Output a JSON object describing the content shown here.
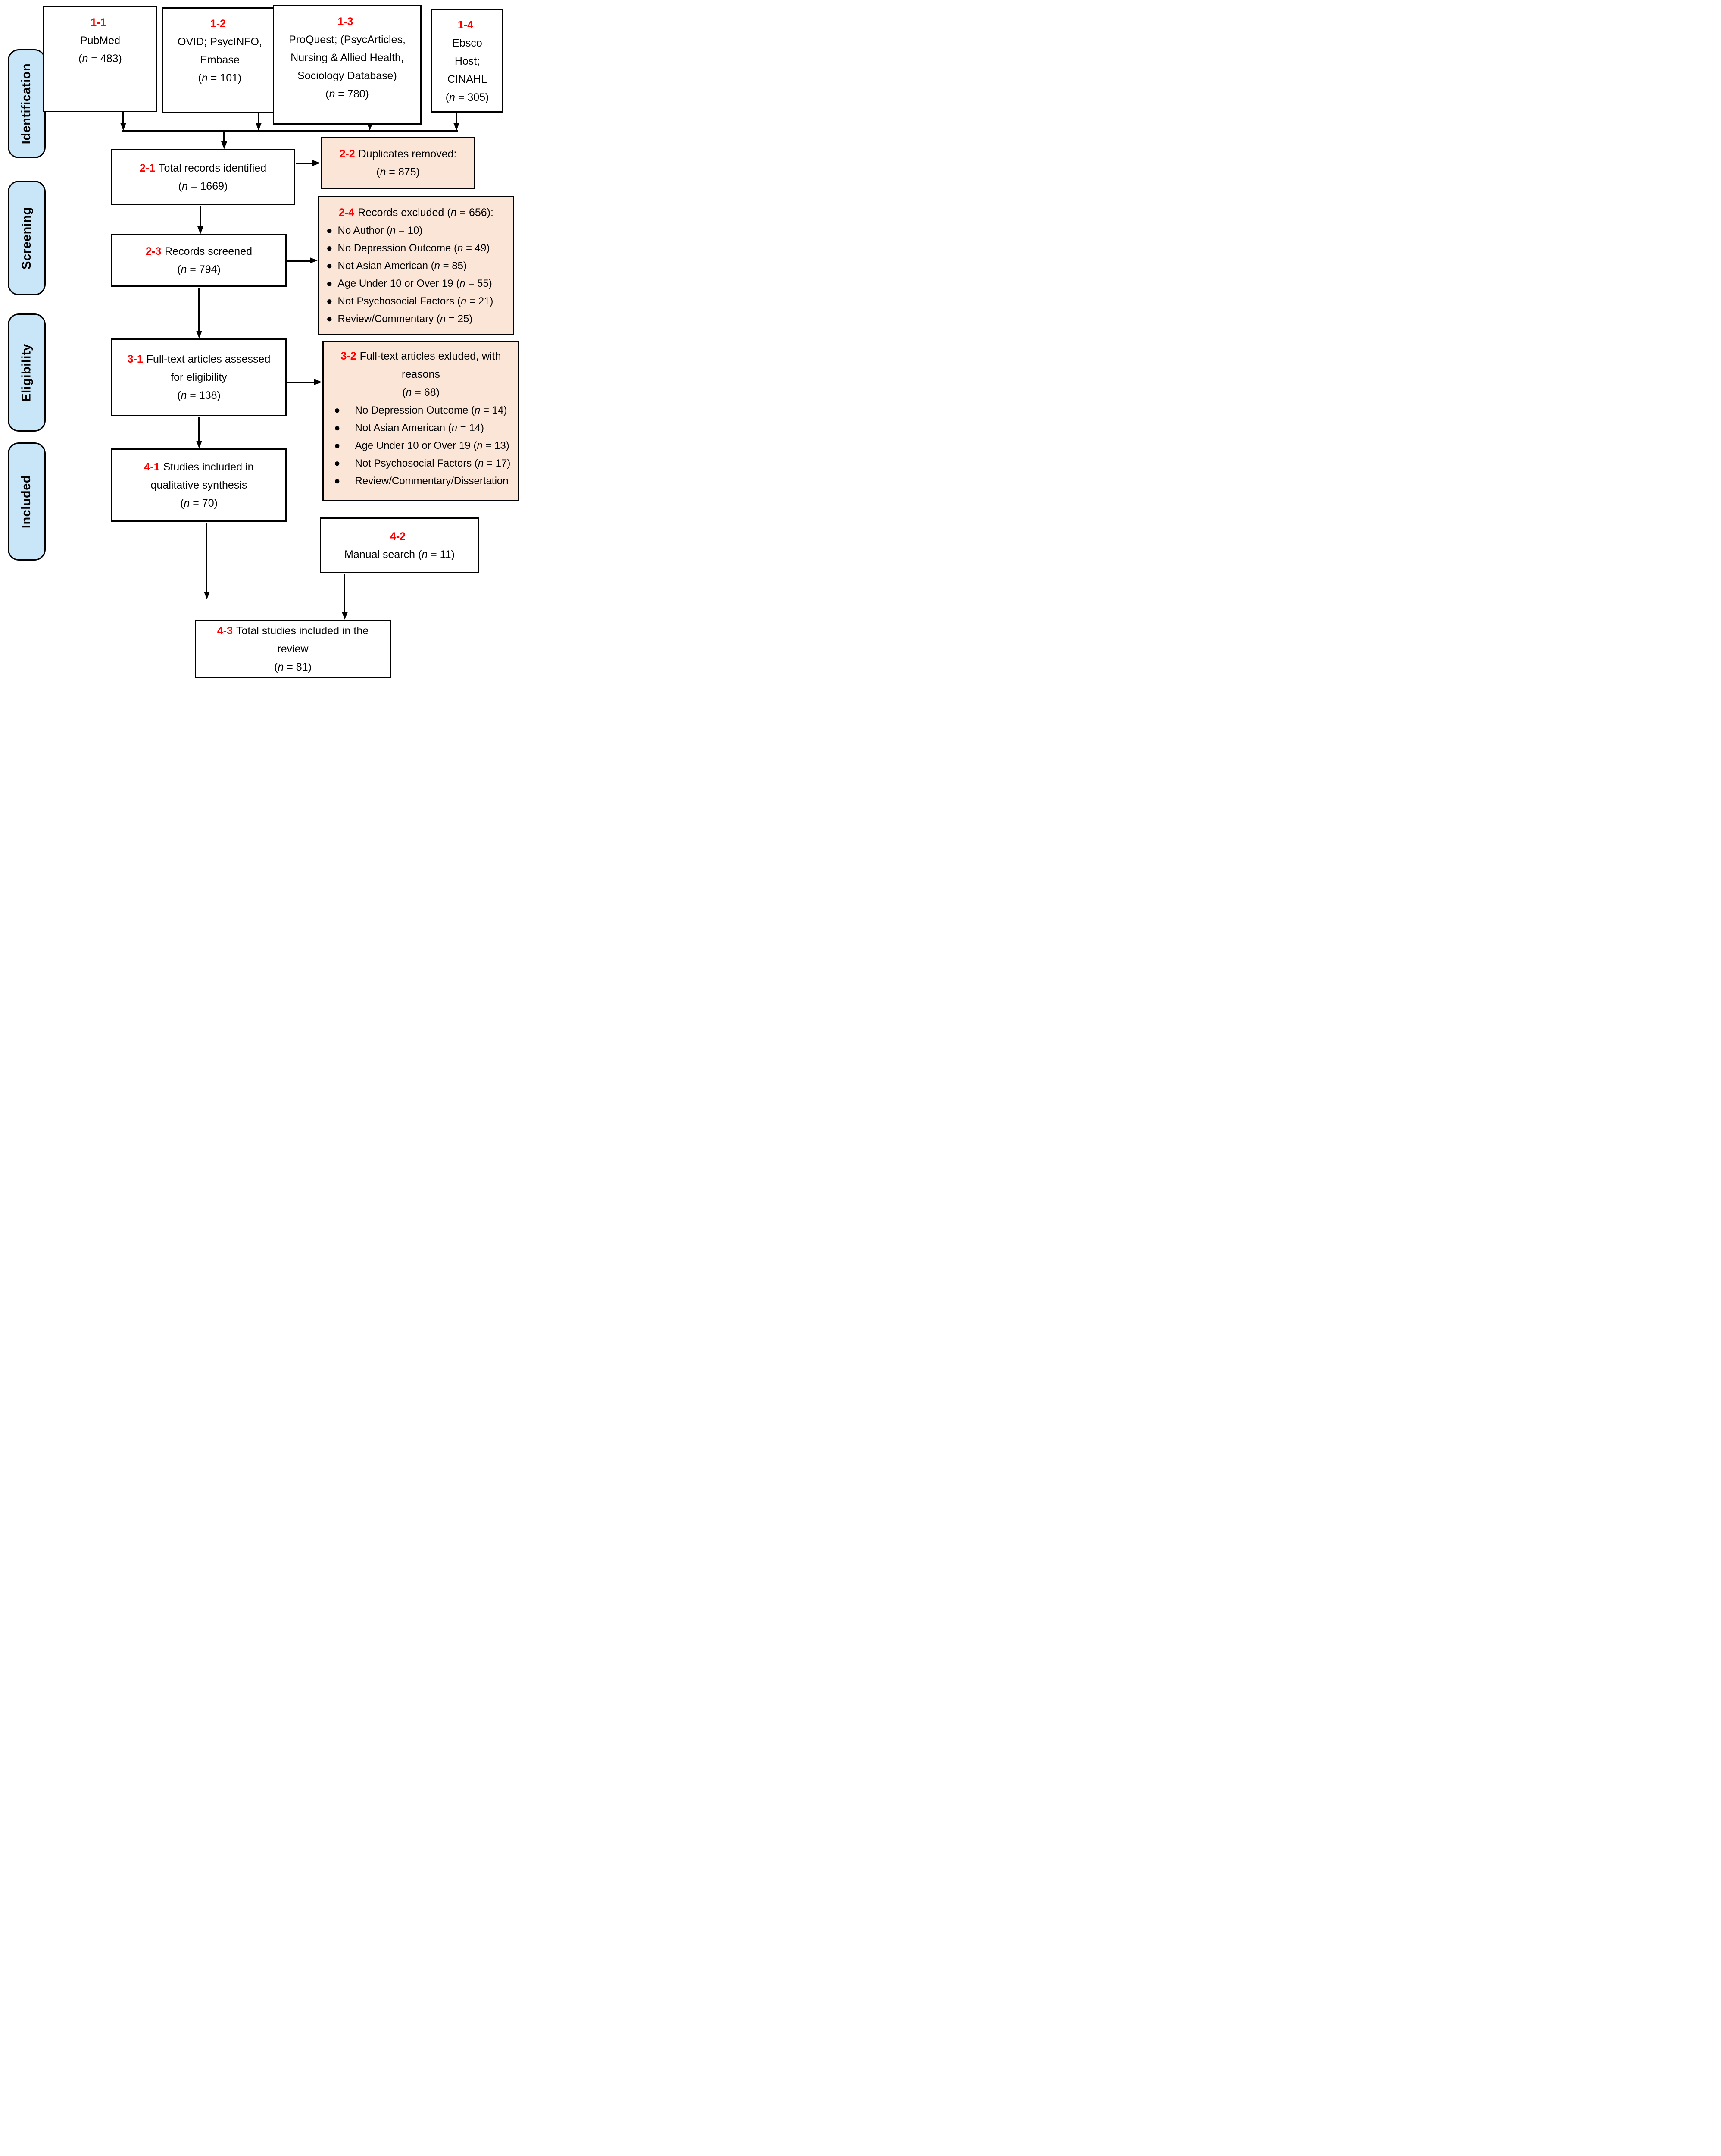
{
  "diagram": {
    "type": "prisma-flow",
    "colors": {
      "stage_fill": "#c9e6f8",
      "highlight_fill": "#fbe5d6",
      "code_red": "#ff0000",
      "line_black": "#000000"
    }
  },
  "stages": [
    {
      "label": "Identification"
    },
    {
      "label": "Screening"
    },
    {
      "label": "Eligibility"
    },
    {
      "label": "Included"
    }
  ],
  "boxes": {
    "b11": {
      "code": "1-1",
      "lines": [
        "PubMed",
        "(n = 483)"
      ]
    },
    "b12": {
      "code": "1-2",
      "lines": [
        "OVID; PsycINFO,",
        "Embase",
        "(n = 101)"
      ]
    },
    "b13": {
      "code": "1-3",
      "lines": [
        "ProQuest; (PsycArticles,",
        "Nursing & Allied Health,",
        "Sociology Database)",
        "(n = 780)"
      ]
    },
    "b14": {
      "code": "1-4",
      "lines": [
        "Ebsco",
        "Host;",
        "CINAHL",
        "(n = 305)"
      ]
    },
    "b21": {
      "code": "2-1",
      "line1": "Total records identified",
      "line2": "(n = 1669)"
    },
    "b22": {
      "code": "2-2",
      "line1": "Duplicates removed:",
      "line2": "(n = 875)"
    },
    "b23": {
      "code": "2-3",
      "line1": "Records screened",
      "line2": "(n = 794)"
    },
    "b24": {
      "code": "2-4",
      "title": "Records excluded (n = 656):",
      "bullets": [
        "No Author (n = 10)",
        "No Depression Outcome (n = 49)",
        "Not Asian American (n = 85)",
        "Age Under 10 or Over 19 (n = 55)",
        "Not Psychosocial Factors (n = 21)",
        "Review/Commentary (n = 25)"
      ]
    },
    "b31": {
      "code": "3-1",
      "line1": "Full-text articles assessed",
      "line2": "for eligibility",
      "line3": "(n = 138)"
    },
    "b32": {
      "code": "3-2",
      "title1": "Full-text articles exluded, with",
      "title2": "reasons",
      "title3": "(n = 68)",
      "bullets": [
        "No Depression Outcome (n = 14)",
        "Not Asian American (n = 14)",
        "Age Under 10 or Over 19 (n = 13)",
        "Not Psychosocial Factors (n = 17)",
        "Review/Commentary/Dissertation"
      ]
    },
    "b41": {
      "code": "4-1",
      "line1": "Studies included in",
      "line2": "qualitative synthesis",
      "line3": "(n = 70)"
    },
    "b42": {
      "code": "4-2",
      "line1": "Manual search (n = 11)"
    },
    "b43": {
      "code": "4-3",
      "line1": "Total studies included in the",
      "line2": "review",
      "line3": "(n = 81)"
    }
  }
}
